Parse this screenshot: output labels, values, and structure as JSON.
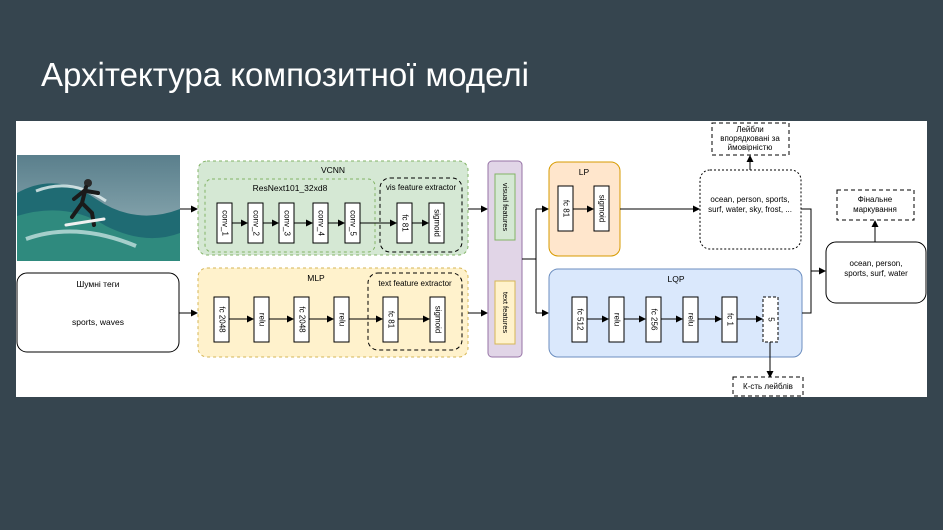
{
  "slide": {
    "title": "Архітектура композитної моделі"
  },
  "diagram": {
    "vcnn": {
      "title": "VCNN",
      "backbone": "ResNext101_32xd8",
      "extractor": "vis feature extractor",
      "layers": [
        "conv_1",
        "conv_2",
        "conv_3",
        "conv_4",
        "conv_5"
      ],
      "fc": "fc 81",
      "act": "sigmoid"
    },
    "mlp": {
      "title": "MLP",
      "extractor": "text feature extractor",
      "layers": [
        "fc 2048",
        "relu",
        "fc 2048",
        "relu"
      ],
      "fc": "fc 81",
      "act": "sigmoid"
    },
    "noisy_tags": {
      "label": "Шумні теги",
      "value": "sports, waves"
    },
    "features": {
      "visual": "visual features",
      "text": "text features"
    },
    "lp": {
      "title": "LP",
      "layers": [
        "fc 81",
        "sigmoid"
      ]
    },
    "lqp": {
      "title": "LQP",
      "layers": [
        "fc 512",
        "relu",
        "fc 256",
        "relu",
        "fc 1"
      ],
      "output": "5"
    },
    "ranked": {
      "note": "Лейбли впорядковані за ймовірністю",
      "labels": "ocean, person, sports, surf, water, sky, frost, ..."
    },
    "final": {
      "note": "Фінальне маркування",
      "labels": "ocean, person, sports, surf, water"
    },
    "count": {
      "label": "К-сть лейблів"
    },
    "colors": {
      "vcnn": "#d5e8d4",
      "mlp": "#fff2cc",
      "lp": "#ffe6cc",
      "lqp": "#dae8fc",
      "features": "#e1d5e7"
    }
  }
}
